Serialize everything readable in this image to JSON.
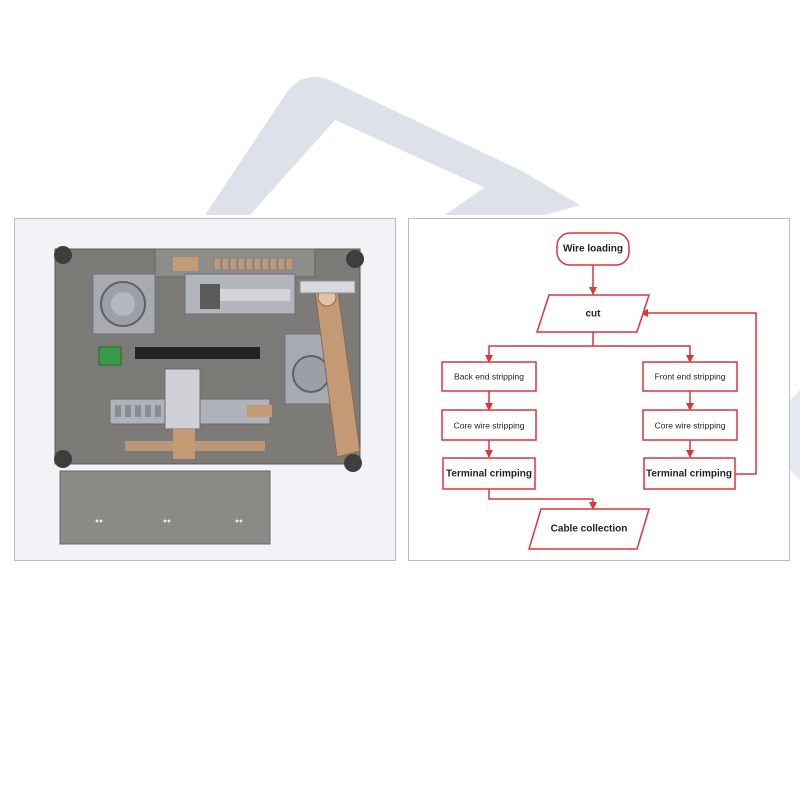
{
  "colors": {
    "flow_stroke": "#d9363e",
    "watermark": "#dde1ea",
    "machine_base": "#7d7b78",
    "machine_light": "#aeb0b7",
    "machine_copper": "#c49a76"
  },
  "left_panel": {
    "image": "wire-processing-machine-top-view"
  },
  "flowchart": {
    "nodes": {
      "wire_loading": "Wire loading",
      "cut": "cut",
      "back_end_stripping": "Back end stripping",
      "front_end_stripping": "Front end stripping",
      "core_wire_stripping_left": "Core wire stripping",
      "core_wire_stripping_right": "Core wire stripping",
      "terminal_crimping_left": "Terminal crimping",
      "terminal_crimping_right": "Terminal crimping",
      "cable_collection": "Cable collection"
    }
  }
}
